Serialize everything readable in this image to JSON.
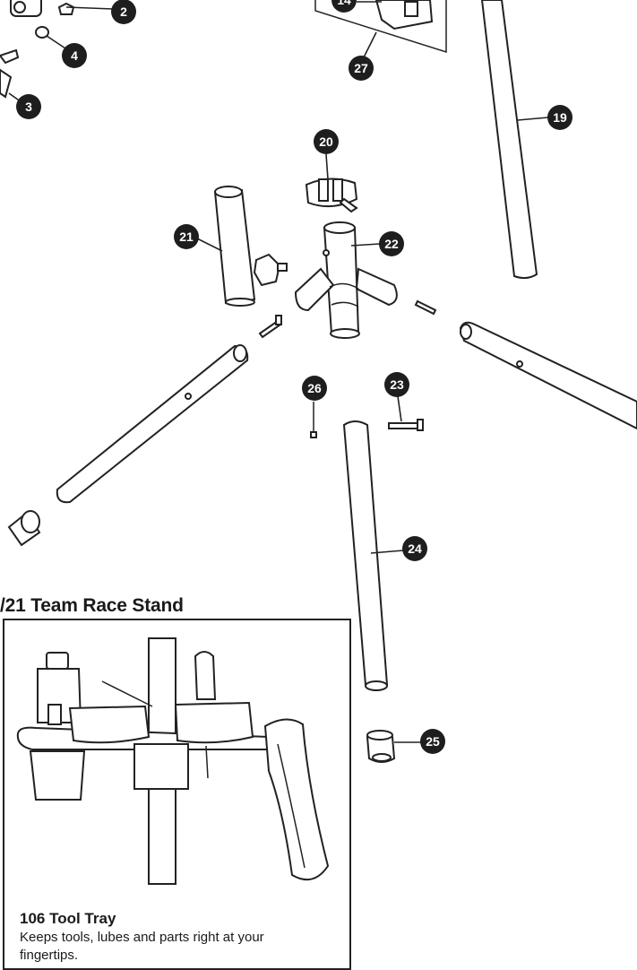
{
  "callouts": {
    "c2": "2",
    "c3": "3",
    "c4": "4",
    "c14": "14",
    "c19": "19",
    "c20": "20",
    "c21": "21",
    "c22": "22",
    "c23": "23",
    "c24": "24",
    "c25": "25",
    "c26": "26",
    "c27": "27"
  },
  "section": {
    "heading": "/21 Team Race Stand"
  },
  "inset": {
    "title": "106 Tool Tray",
    "description": "Keeps tools, lubes and parts right at your fingertips."
  }
}
